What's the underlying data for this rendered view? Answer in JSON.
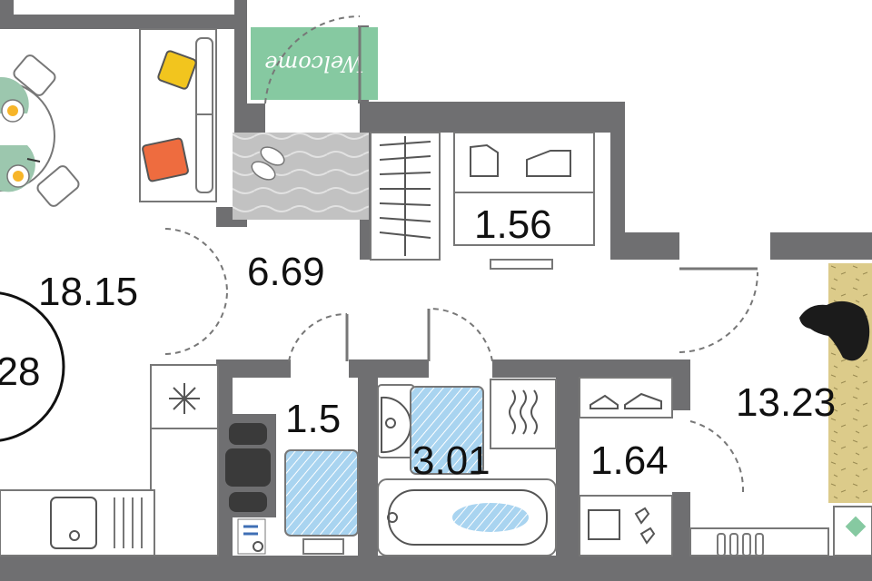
{
  "plan": {
    "rooms": [
      {
        "id": "living",
        "area": "18.15"
      },
      {
        "id": "hall",
        "area": "6.69"
      },
      {
        "id": "storage",
        "area": "1.56"
      },
      {
        "id": "toilet",
        "area": "1.5"
      },
      {
        "id": "bathroom",
        "area": "3.01"
      },
      {
        "id": "wardrobe",
        "area": "1.64"
      },
      {
        "id": "bedroom",
        "area": "13.23"
      }
    ],
    "total_area_partial": "28",
    "doormat_text": "Welcome",
    "colors": {
      "wall": "#6f6f71",
      "mat": "#86c9a1",
      "water": "#a9d4f0",
      "pillow_yellow": "#f2c51e",
      "pillow_orange": "#ee6c3f",
      "plate_green": "#9cc7ae",
      "yolk": "#f7b529",
      "rug_grey": "#bdbdbd",
      "bedroom_rug": "#dccb8a"
    }
  }
}
